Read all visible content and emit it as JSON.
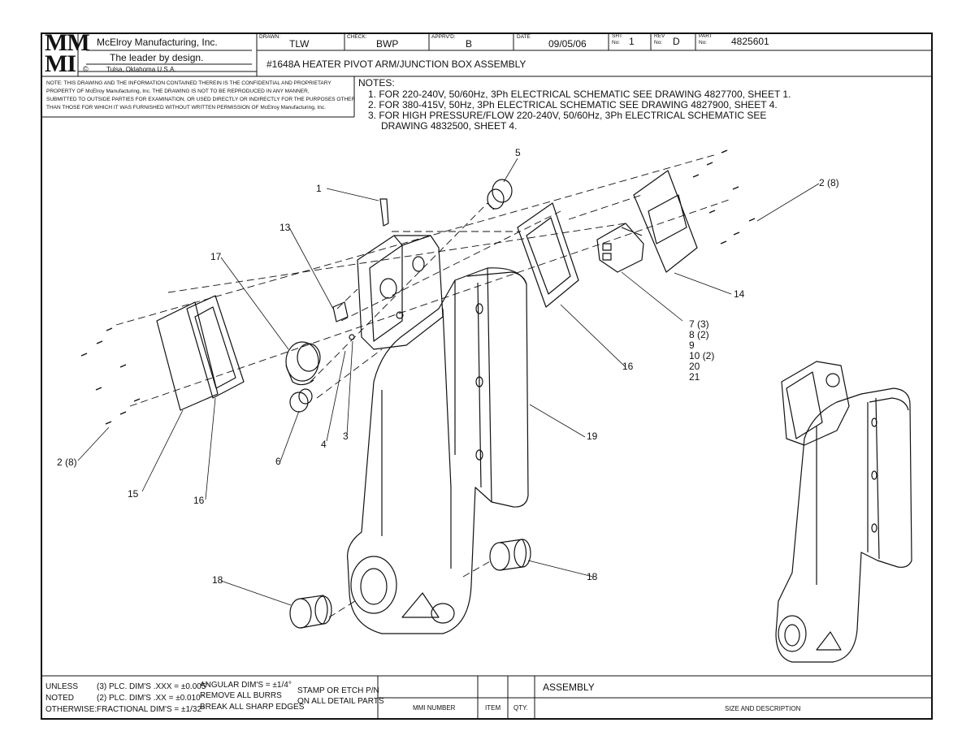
{
  "company": {
    "logo_top": "MM",
    "logo_bottom": "MI",
    "name": "McElroy Manufacturing, Inc.",
    "tagline": "The leader by design.",
    "location": "Tulsa, Oklahoma U.S.A.",
    "copyright_symbol": "©"
  },
  "title_block": {
    "drawn_label": "DRAWN:",
    "drawn_value": "TLW",
    "check_label": "CHECK:",
    "check_value": "BWP",
    "apprvd_label": "APPRV'D:",
    "apprvd_value": "B",
    "date_label": "DATE",
    "date_value": "09/05/06",
    "sht_label_1": "SHT",
    "sht_label_2": "No:",
    "sht_value": "1",
    "rev_label_1": "REV",
    "rev_label_2": "No:",
    "rev_value": "D",
    "part_label_1": "PART",
    "part_label_2": "No:",
    "part_value": "4825601",
    "drawing_title": "#1648A HEATER PIVOT ARM/JUNCTION BOX ASSEMBLY"
  },
  "confidential_note": [
    "NOTE: THIS DRAWING AND THE INFORMATION CONTAINED THEREIN IS THE CONFIDENTIAL AND PROPRIETARY",
    "PROPERTY OF McElroy Manufacturing, Inc. THE DRAWING IS NOT TO BE REPRODUCED IN ANY MANNER,",
    "SUBMITTED TO OUTSIDE PARTIES FOR EXAMINATION, OR USED DIRECTLY OR INDIRECTLY FOR THE PURPOSES OTHER",
    "THAN THOSE FOR WHICH IT WAS FURNISHED WITHOUT WRITTEN PERMISSION OF McElroy Manufacturing, Inc."
  ],
  "notes": {
    "heading": "NOTES:",
    "lines": [
      "1. FOR 220-240V, 50/60Hz, 3Ph ELECTRICAL SCHEMATIC SEE DRAWING 4827700, SHEET 1.",
      "2. FOR 380-415V, 50Hz, 3Ph ELECTRICAL SCHEMATIC SEE DRAWING 4827900, SHEET 4.",
      "3. FOR HIGH PRESSURE/FLOW 220-240V, 50/60Hz, 3Ph ELECTRICAL SCHEMATIC SEE",
      "DRAWING 4832500, SHEET 4."
    ]
  },
  "callouts": {
    "c1": "1",
    "c2a": "2 (8)",
    "c2b": "2 (8)",
    "c3": "3",
    "c4": "4",
    "c5": "5",
    "c6": "6",
    "c7": "7 (3)",
    "c8": "8 (2)",
    "c9": "9",
    "c10": "10 (2)",
    "c20": "20",
    "c21": "21",
    "c13": "13",
    "c14": "14",
    "c15": "15",
    "c16a": "16",
    "c16b": "16",
    "c17": "17",
    "c18a": "18",
    "c18b": "18",
    "c19": "19"
  },
  "bottom_block": {
    "unless": "UNLESS",
    "noted": "NOTED",
    "otherwise": "OTHERWISE:",
    "tol1": "(3) PLC. DIM'S .XXX = ±0.005\"",
    "tol2": "(2) PLC. DIM'S .XX = ±0.010\"",
    "tol3": "FRACTIONAL DIM'S = ±1/32\"",
    "ang1": "ANGULAR DIM'S = ±1/4°",
    "ang2": "REMOVE ALL BURRS",
    "ang3": "BREAK ALL SHARP EDGES",
    "stamp1": "STAMP OR ETCH P/N",
    "stamp2": "ON ALL DETAIL PARTS",
    "assembly": "ASSEMBLY",
    "mmi_number": "MMI NUMBER",
    "item": "ITEM",
    "qty": "QTY.",
    "size_desc": "SIZE AND DESCRIPTION"
  }
}
